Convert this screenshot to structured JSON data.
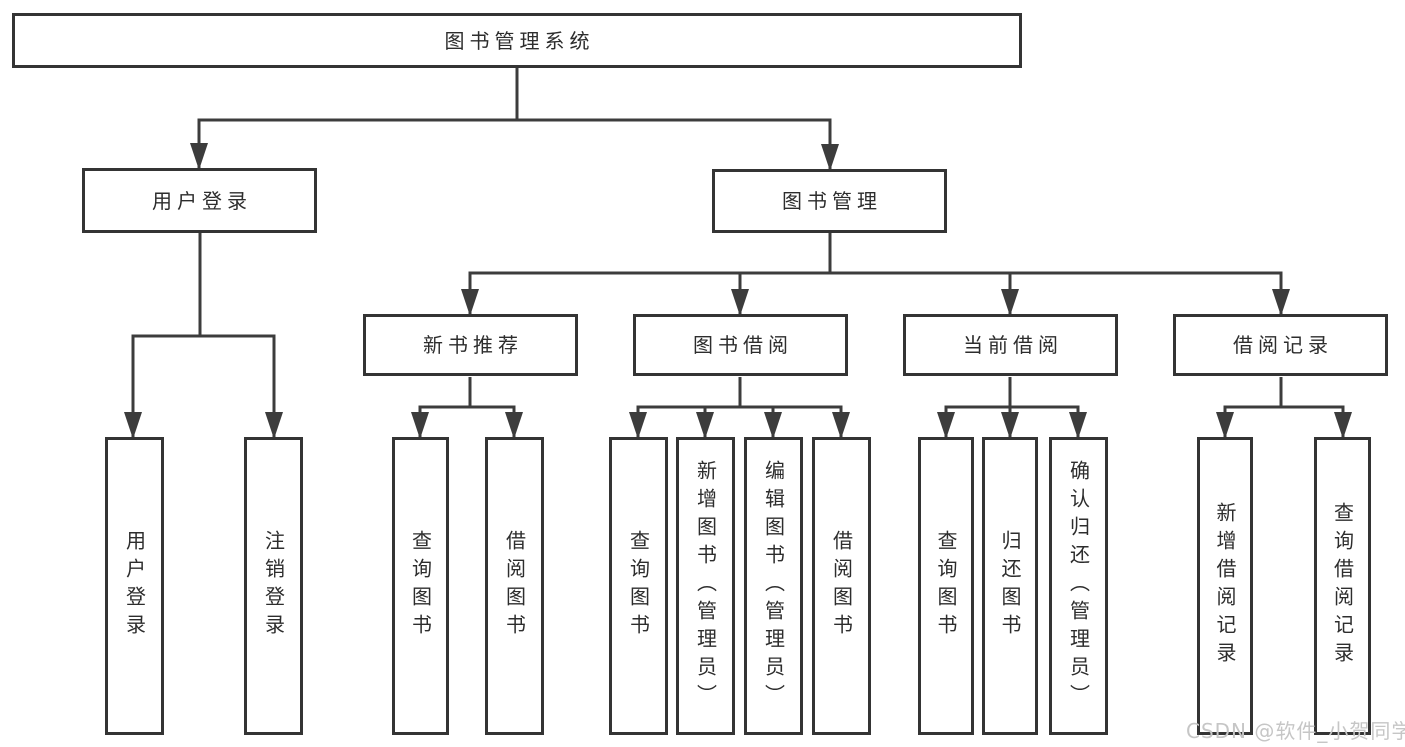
{
  "colors": {
    "background": "#ffffff",
    "line": "#3c3c3c",
    "box_border": "#343434",
    "text": "#2d2d2d",
    "watermark": "#c6c6c6"
  },
  "tree": {
    "root": {
      "label": "图书管理系统",
      "children": [
        {
          "label": "用户登录",
          "children": [
            {
              "label": "用户登录"
            },
            {
              "label": "注销登录"
            }
          ]
        },
        {
          "label": "图书管理",
          "children": [
            {
              "label": "新书推荐",
              "children": [
                {
                  "label": "查询图书"
                },
                {
                  "label": "借阅图书"
                }
              ]
            },
            {
              "label": "图书借阅",
              "children": [
                {
                  "label": "查询图书"
                },
                {
                  "label": "新增图书（管理员）"
                },
                {
                  "label": "编辑图书（管理员）"
                },
                {
                  "label": "借阅图书"
                }
              ]
            },
            {
              "label": "当前借阅",
              "children": [
                {
                  "label": "查询图书"
                },
                {
                  "label": "归还图书"
                },
                {
                  "label": "确认归还（管理员）"
                }
              ]
            },
            {
              "label": "借阅记录",
              "children": [
                {
                  "label": "新增借阅记录"
                },
                {
                  "label": "查询借阅记录"
                }
              ]
            }
          ]
        }
      ]
    }
  },
  "watermark": {
    "text": "CSDN @软件_小贺同学"
  }
}
